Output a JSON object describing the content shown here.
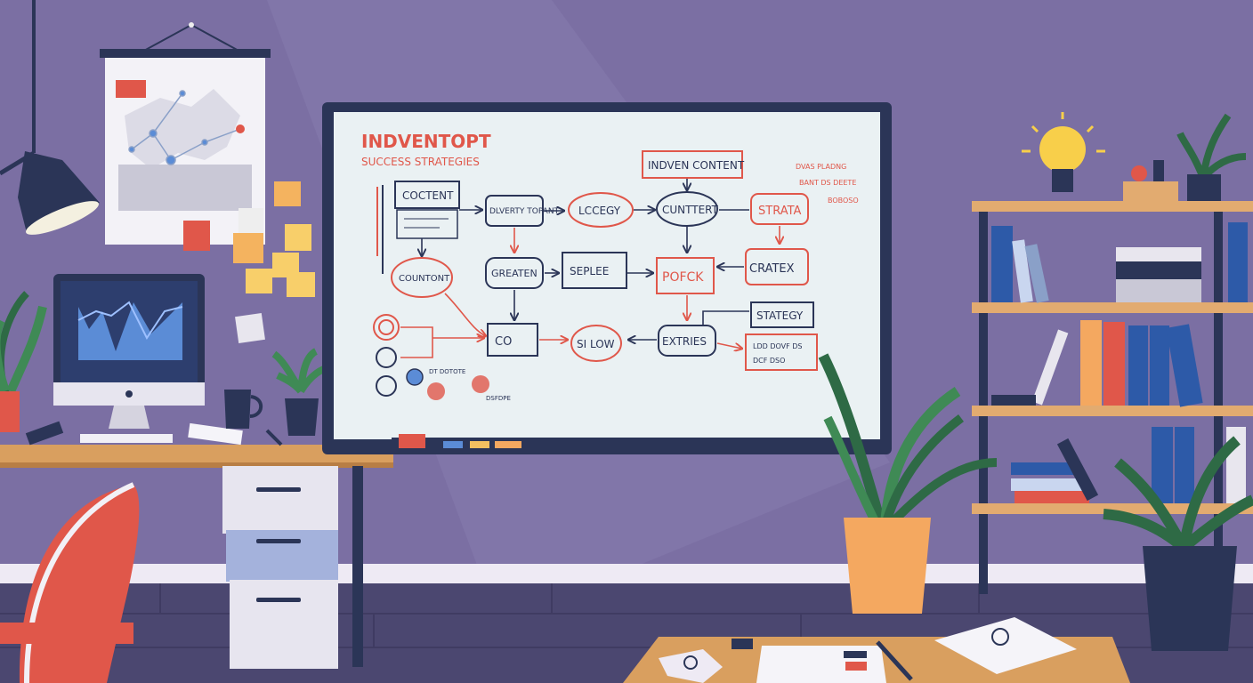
{
  "whiteboard": {
    "title": "INDVENTOPT",
    "subtitle": "SUCCESS STRATEGIES",
    "nodes": {
      "content": "COCTENT",
      "delivery": "DLVERTY TOPANT",
      "lccegy": "LCCEGY",
      "content2": "CUNTTERT",
      "inven": "INDVEN CONTENT",
      "strata": "STRATA",
      "note1": "DVAS PLADNG",
      "note2": "BANT DS DEETE",
      "note3": "BOBOSO",
      "component": "COUNTONT",
      "greaten": "GREATEN",
      "seplee": "SEPLEE",
      "pofck": "POFCK",
      "cratex": "CRATEX",
      "co": "CO",
      "slow": "SI LOW",
      "extries": "EXTRIES",
      "stategy": "STATEGY",
      "stategy_note": "LDD DOVF DS",
      "stategy_note2": "DCF DSO",
      "small_list": "DT DOTOTE",
      "small_note": "DSFDPE"
    }
  },
  "colors": {
    "wall": "#7b6fa3",
    "floor": "#4b4770",
    "accent_red": "#e0574a",
    "navy": "#2b3557",
    "desk": "#d99f5f"
  }
}
